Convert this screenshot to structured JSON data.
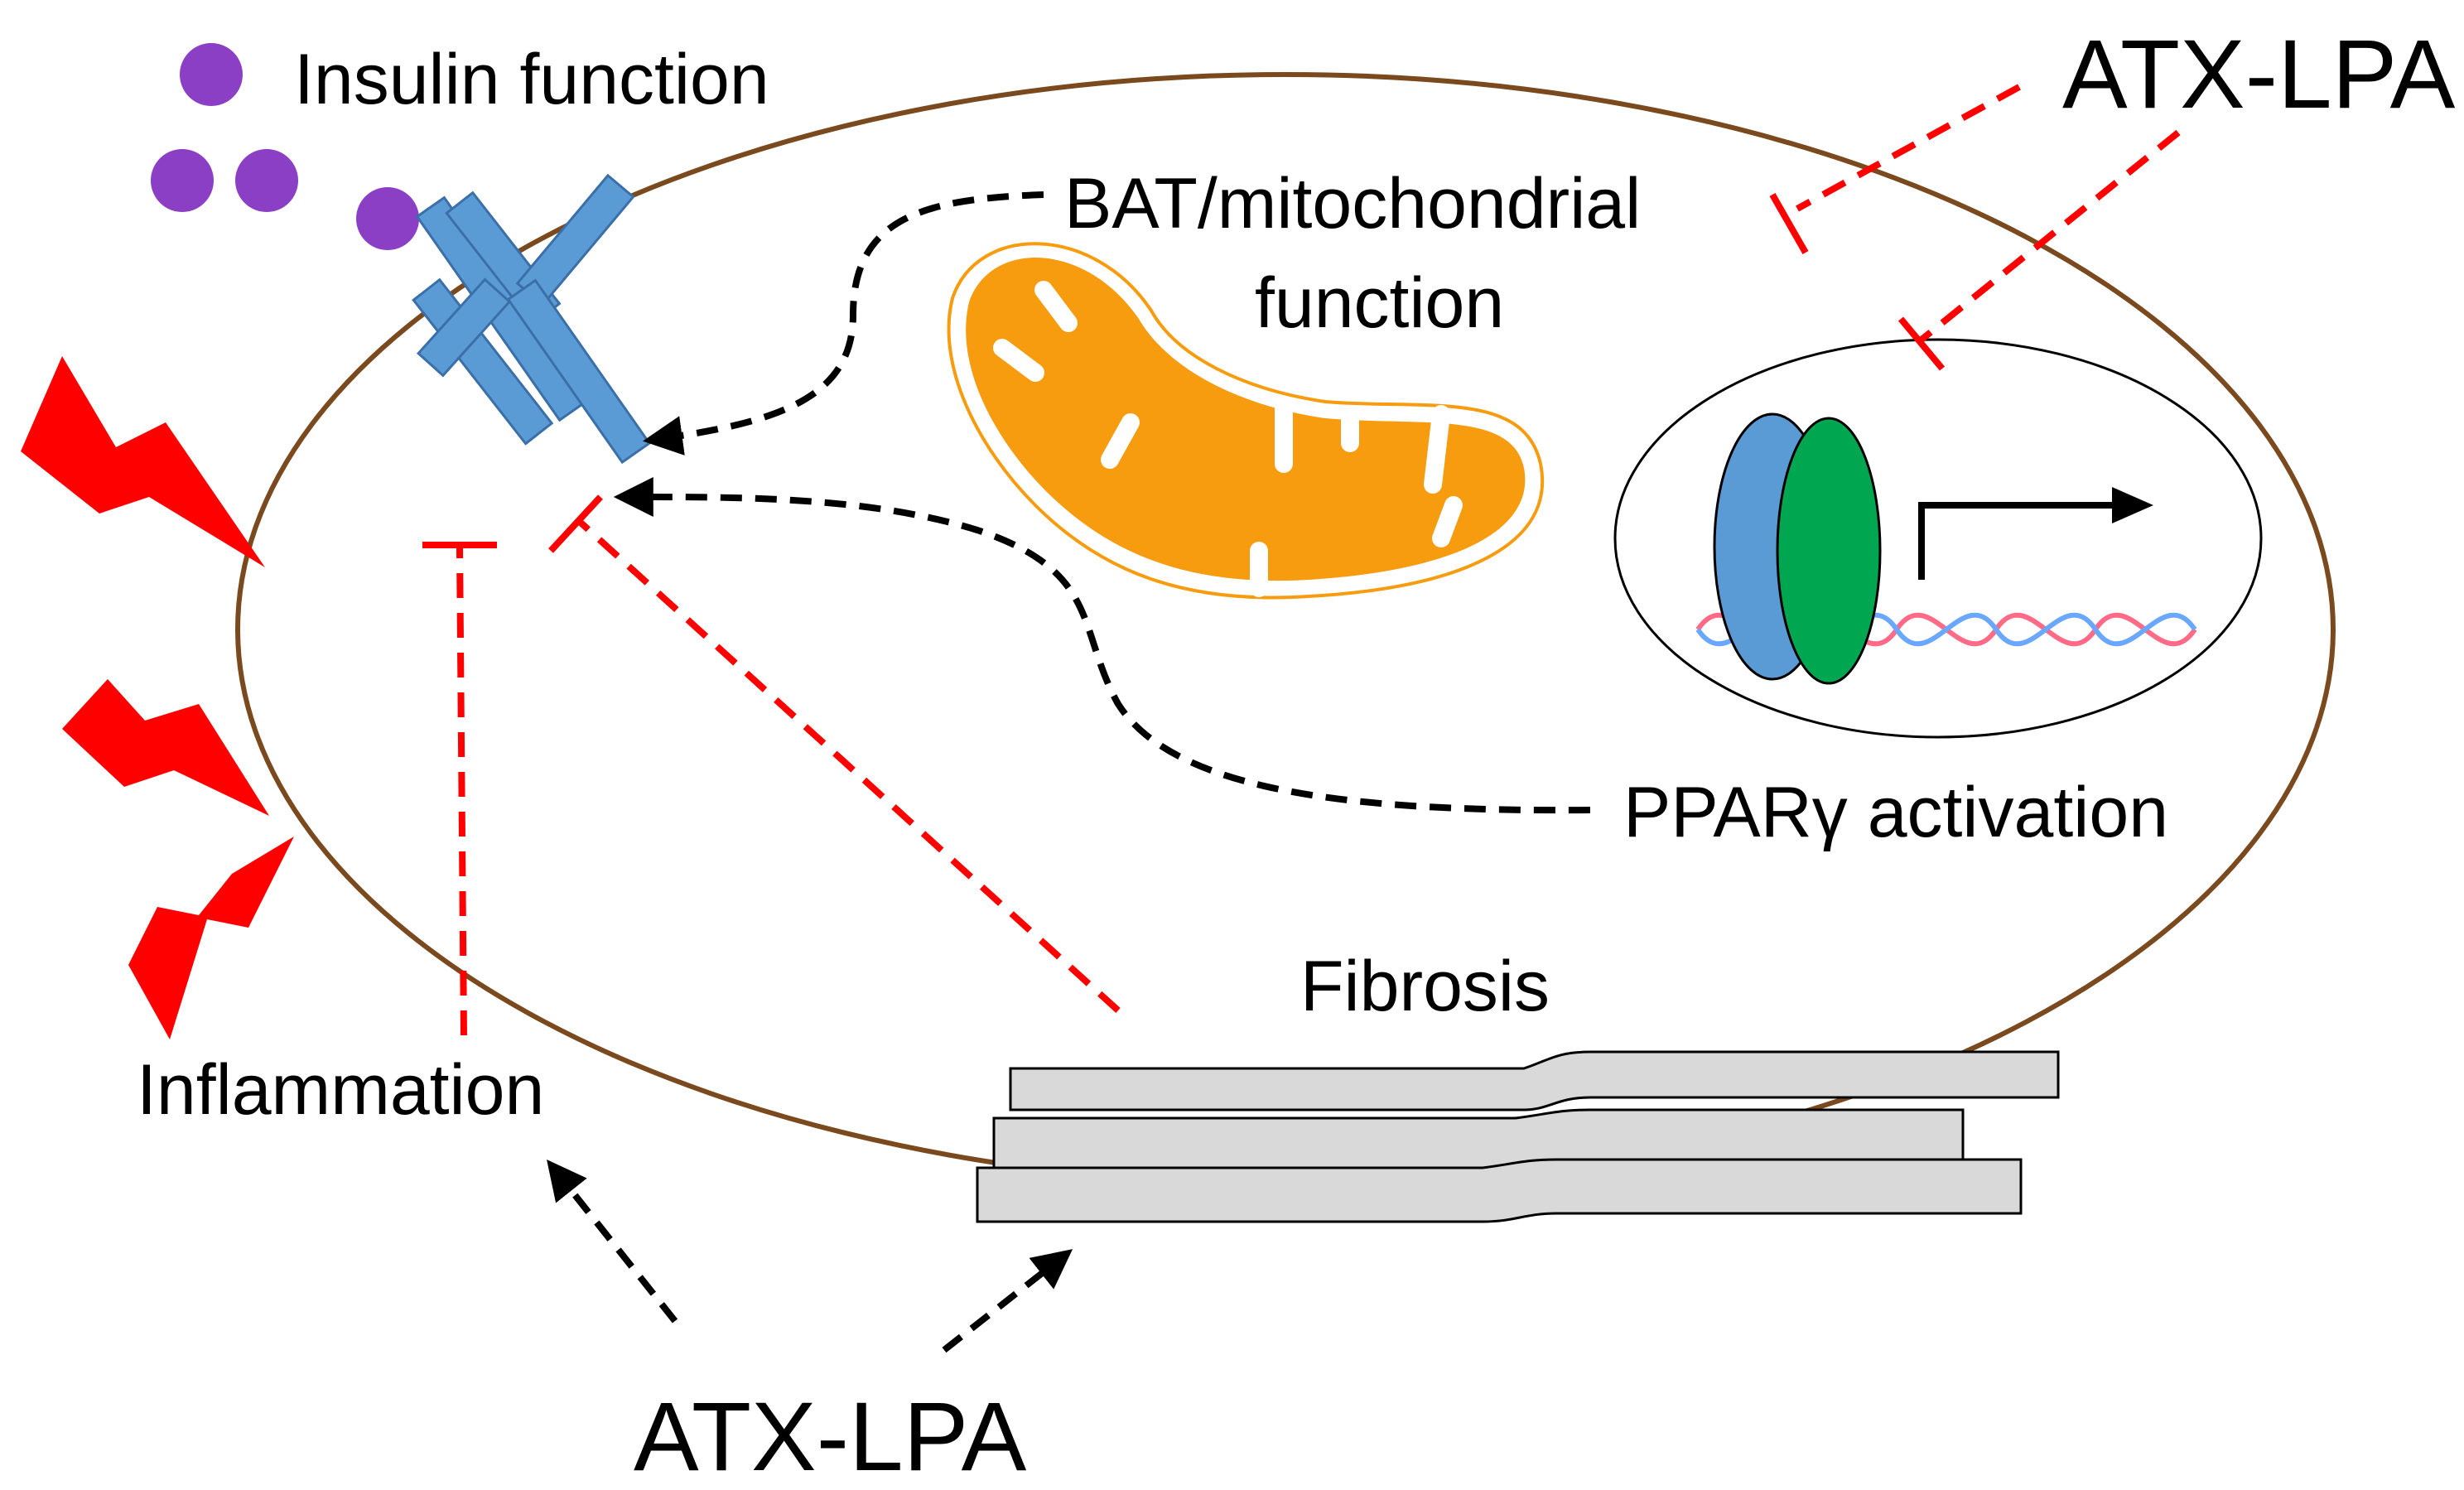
{
  "labels": {
    "insulin": "Insulin function",
    "atx_top": "ATX-LPA",
    "bat_line1": "BAT/mitochondrial",
    "bat_line2": "function",
    "ppar": "PPARγ activation",
    "fibrosis": "Fibrosis",
    "inflammation": "Inflammation",
    "atx_bottom": "ATX-LPA"
  },
  "colors": {
    "cell_membrane": "#7a4a1e",
    "insulin_molecule": "#8b3fc4",
    "receptor": "#5b9bd5",
    "mitochondrion": "#f79b0f",
    "lightning": "#ff0000",
    "inhibition": "#ff0000",
    "activation": "#000000",
    "nucleus_protein_blue": "#5b9bd5",
    "nucleus_protein_green": "#00a650",
    "dna_red": "#ff6b86",
    "dna_blue": "#6aa7ff",
    "fibrosis_fiber": "#d9d9d9"
  }
}
